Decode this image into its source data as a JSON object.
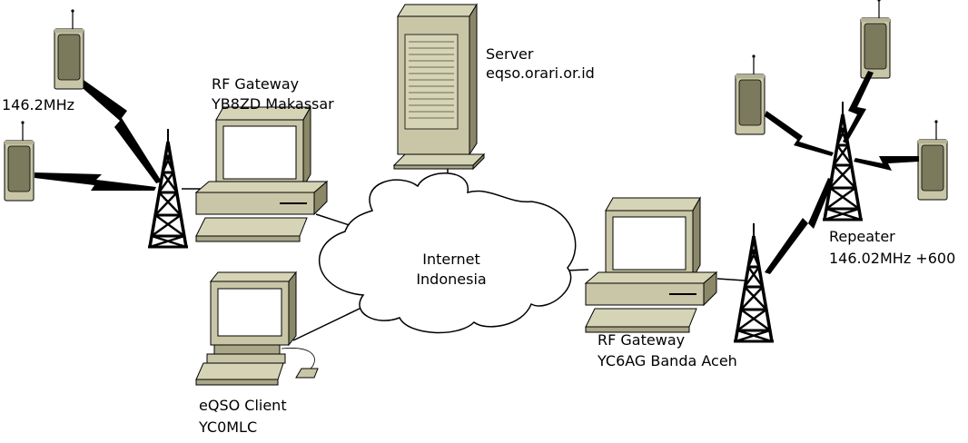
{
  "labels": {
    "freq_left": "146.2MHz",
    "gw1_title": "RF Gateway",
    "gw1_call": "YB8ZD Makassar",
    "server_title": "Server",
    "server_host": "eqso.orari.or.id",
    "cloud_line1": "Internet",
    "cloud_line2": "Indonesia",
    "client_title": "eQSO Client",
    "client_call": "YC0MLC",
    "gw2_title": "RF Gateway",
    "gw2_call": "YC6AG Banda Aceh",
    "rep_title": "Repeater",
    "rep_freq": "146.02MHz +600"
  },
  "colors": {
    "device_fill": "#c8c6a7",
    "device_dark": "#8a8868",
    "device_shade": "#a9a788",
    "outline": "#000000",
    "screen": "#ffffff",
    "radio_body": "#c8c6a7",
    "radio_panel": "#7c7a5c",
    "tower": "#000000",
    "cloud_fill": "#ffffff"
  },
  "icons": {
    "radio": "handheld-radio-icon",
    "tower": "antenna-tower-icon",
    "desktop": "desktop-computer-icon",
    "server": "server-tower-icon",
    "cloud": "cloud-icon",
    "lightning": "lightning-link-icon"
  }
}
